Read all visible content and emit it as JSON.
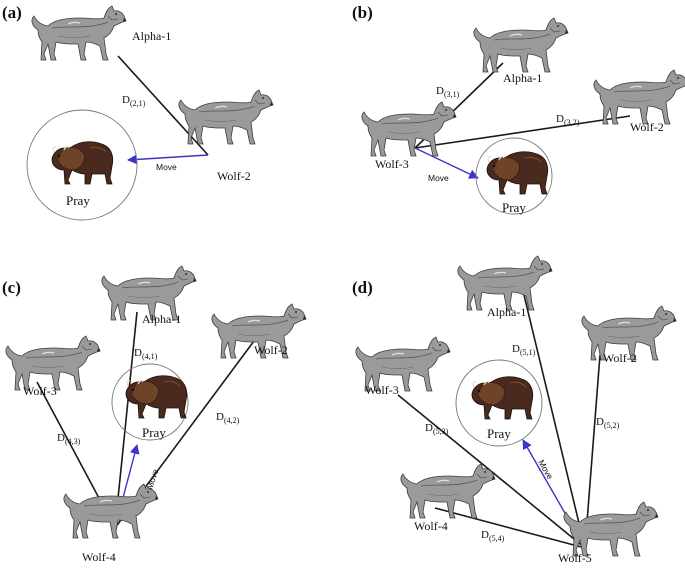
{
  "panels": {
    "a": {
      "label": "(a)",
      "wolves": {
        "alpha1": "Alpha-1",
        "wolf2": "Wolf-2"
      },
      "distances": [
        {
          "main": "D",
          "sub": "(2,1)"
        }
      ],
      "move": "Move",
      "prey": "Pray"
    },
    "b": {
      "label": "(b)",
      "wolves": {
        "alpha1": "Alpha-1",
        "wolf2": "Wolf-2",
        "wolf3": "Wolf-3"
      },
      "distances": [
        {
          "main": "D",
          "sub": "(3,1)"
        },
        {
          "main": "D",
          "sub": "(3,2)"
        }
      ],
      "move": "Move",
      "prey": "Pray"
    },
    "c": {
      "label": "(c)",
      "wolves": {
        "alpha1": "Alpha-1",
        "wolf2": "Wolf-2",
        "wolf3": "Wolf-3",
        "wolf4": "Wolf-4"
      },
      "distances": [
        {
          "main": "D",
          "sub": "(4,1)"
        },
        {
          "main": "D",
          "sub": "(4,2)"
        },
        {
          "main": "D",
          "sub": "(4,3)"
        }
      ],
      "move": "Move",
      "prey": "Pray"
    },
    "d": {
      "label": "(d)",
      "wolves": {
        "alpha1": "Alpha-1",
        "wolf2": "Wolf-2",
        "wolf3": "Wolf-3",
        "wolf4": "Wolf-4",
        "wolf5": "Wolf-5"
      },
      "distances": [
        {
          "main": "D",
          "sub": "(5,1)"
        },
        {
          "main": "D",
          "sub": "(5,2)"
        },
        {
          "main": "D",
          "sub": "(5,3)"
        },
        {
          "main": "D",
          "sub": "(5,4)"
        }
      ],
      "move": "Move",
      "prey": "Pray"
    }
  },
  "colors": {
    "move_arrow": "#3b35c9",
    "link": "#1a1a1a",
    "wolf_fur": "#9a9a9a",
    "bison": "#4a2a1e"
  },
  "icons": {
    "wolf": "wolf-icon",
    "prey": "bison-icon"
  }
}
